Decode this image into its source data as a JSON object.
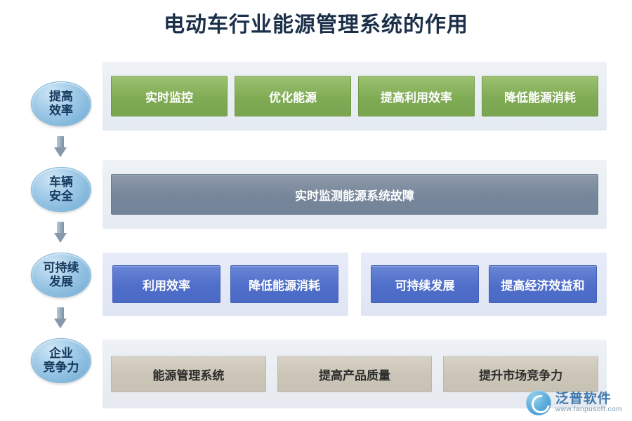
{
  "title": "电动车行业能源管理系统的作用",
  "stages": [
    {
      "line1": "提高",
      "line2": "效率"
    },
    {
      "line1": "车辆",
      "line2": "安全"
    },
    {
      "line1": "可持续",
      "line2": "发展"
    },
    {
      "line1": "企业",
      "line2": "竞争力"
    }
  ],
  "rows": {
    "row1": {
      "cards": [
        "实时监控",
        "优化能源",
        "提高利用效率",
        "降低能源消耗"
      ]
    },
    "row2": {
      "cards": [
        "实时监测能源系统故障"
      ]
    },
    "row3": {
      "left_cards": [
        "利用效率",
        "降低能源消耗"
      ],
      "right_cards": [
        "可持续发展",
        "提高经济效益和"
      ]
    },
    "row4": {
      "cards": [
        "能源管理系统",
        "提高产品质量",
        "提升市场竞争力"
      ]
    }
  },
  "watermark": {
    "name": "泛普软件",
    "url": "www.fanpusoft.com"
  },
  "colors": {
    "title": "#1b2f49",
    "green": "#80ab55",
    "gray": "#77869a",
    "blue": "#4f6ec9",
    "tan": "#cbc5b7",
    "badge": "#9dc8e6"
  }
}
